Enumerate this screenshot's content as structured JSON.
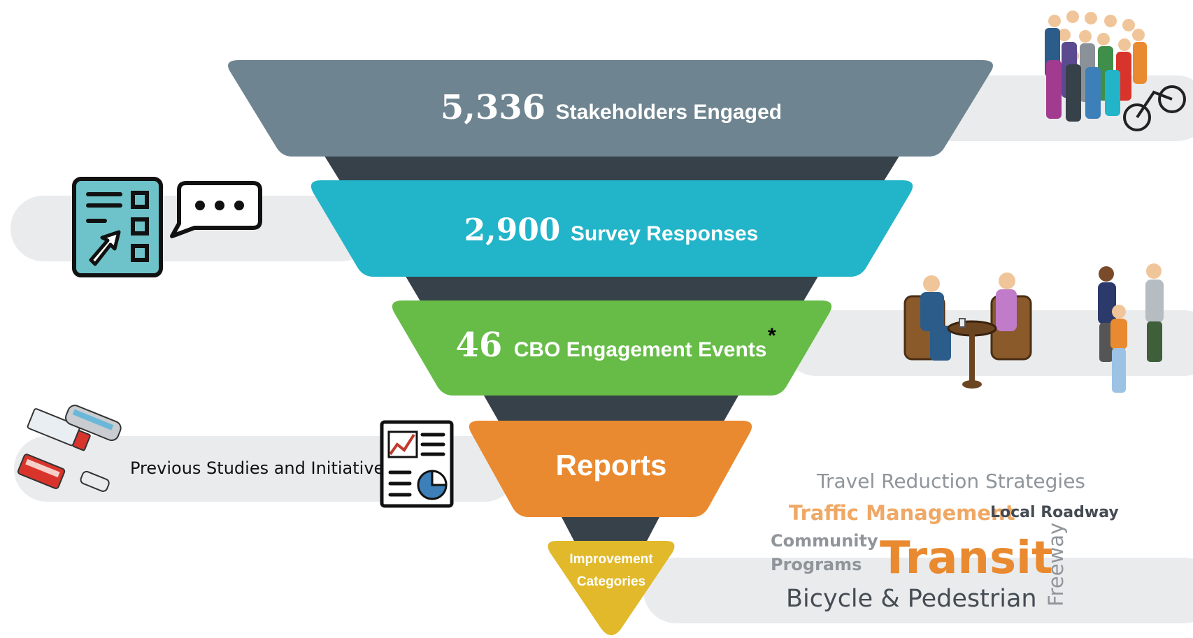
{
  "funnel": {
    "levels": [
      {
        "number": "5,336",
        "label": "Stakeholders Engaged",
        "color": "#6e8490"
      },
      {
        "number": "2,900",
        "label": "Survey Responses",
        "color": "#22b4c9"
      },
      {
        "number": "46",
        "label": "CBO Engagement Events",
        "asterisk": "*",
        "color": "#66bc47"
      },
      {
        "number": "",
        "label": "Reports",
        "color": "#e98a30"
      },
      {
        "number": "",
        "label_line1": "Improvement",
        "label_line2": "Categories",
        "color": "#e1b92a"
      }
    ],
    "connector_color": "#37414a"
  },
  "side_label": "Previous Studies and Initiatives",
  "word_cloud": [
    {
      "text": "Travel Reduction Strategies",
      "color": "#8f959a"
    },
    {
      "text": "Traffic Management",
      "color": "#efa865"
    },
    {
      "text": "Local Roadway",
      "color": "#444b52"
    },
    {
      "text": "Community",
      "color": "#8f959a"
    },
    {
      "text": "Programs",
      "color": "#8f959a"
    },
    {
      "text": "Transit",
      "color": "#e98a30"
    },
    {
      "text": "Bicycle & Pedestrian",
      "color": "#454c53"
    },
    {
      "text": "Freeway",
      "color": "#8f959a"
    }
  ],
  "icons": [
    "crowd-icon",
    "survey-checklist-icon",
    "chat-bubble-icon",
    "meeting-people-icon",
    "standing-people-icon",
    "vehicles-icon",
    "report-chart-icon"
  ],
  "colors": {
    "band": "#e9ebed"
  }
}
